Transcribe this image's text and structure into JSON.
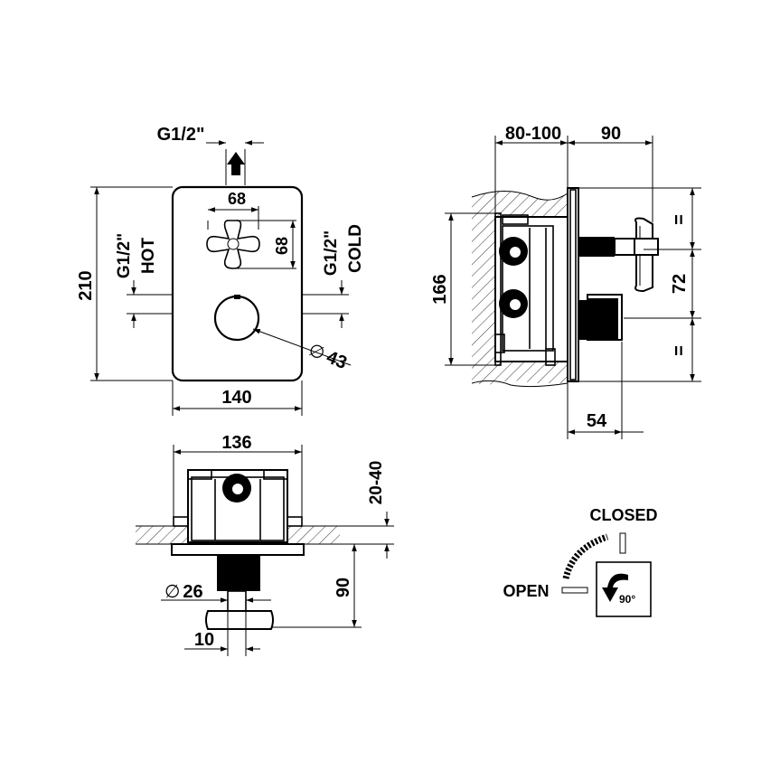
{
  "front_view": {
    "inlet_label": "G1/2\"",
    "width_total": "140",
    "height_total": "210",
    "handle_span_h": "68",
    "handle_span_v": "68",
    "knob_diameter": "43",
    "diameter_symbol": "∅",
    "hot_thread": "G1/2\"",
    "hot_label": "HOT",
    "cold_thread": "G1/2\"",
    "cold_label": "COLD"
  },
  "side_view": {
    "wall_depth": "80-100",
    "handle_projection": "90",
    "box_height": "166",
    "spacing_upper": "=",
    "spacing_mid": "72",
    "spacing_lower": "=",
    "plate_to_body": "54"
  },
  "top_view": {
    "box_width": "136",
    "plate_gap": "20-40",
    "handle_projection": "90",
    "stem_diameter": "26",
    "diameter_symbol": "∅",
    "handle_width": "10"
  },
  "operation": {
    "closed_label": "CLOSED",
    "open_label": "OPEN",
    "rotation": "90°"
  }
}
